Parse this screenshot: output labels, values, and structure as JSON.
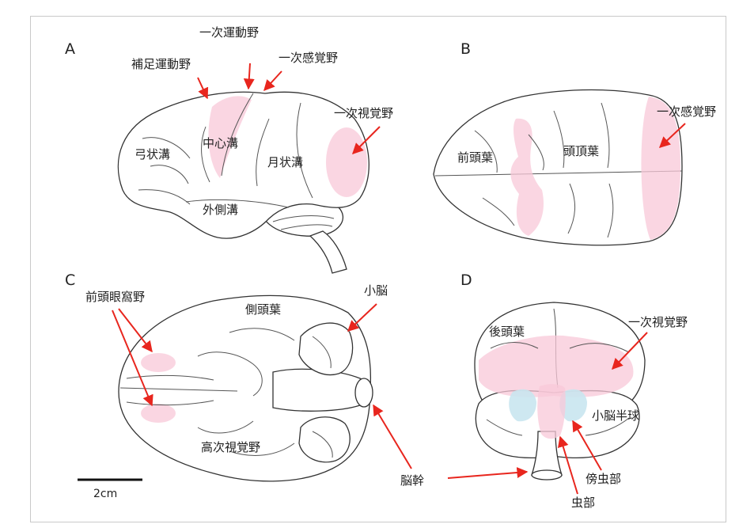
{
  "colors": {
    "arrow": "#e8261e",
    "highlight_pink": "#f8c8d8",
    "highlight_blue": "#c9e6ef",
    "line": "#333333"
  },
  "panels": {
    "A": {
      "letter": "A",
      "labels": {
        "supplementary_motor": "補足運動野",
        "primary_motor": "一次運動野",
        "primary_somatosensory": "一次感覚野",
        "primary_visual": "一次視覚野",
        "arcuate_sulcus": "弓状溝",
        "central_sulcus": "中心溝",
        "lunate_sulcus": "月状溝",
        "lateral_sulcus": "外側溝"
      }
    },
    "B": {
      "letter": "B",
      "labels": {
        "frontal_lobe": "前頭葉",
        "parietal_lobe": "頭頂葉",
        "primary_somatosensory": "一次感覚野"
      }
    },
    "C": {
      "letter": "C",
      "labels": {
        "orbitofrontal": "前頭眼窩野",
        "temporal_lobe": "側頭葉",
        "cerebellum": "小脳",
        "higher_visual": "高次視覚野",
        "brainstem": "脳幹"
      }
    },
    "D": {
      "letter": "D",
      "labels": {
        "occipital_lobe": "後頭葉",
        "primary_visual": "一次視覚野",
        "cerebellar_hemisphere": "小脳半球",
        "paravermis": "傍虫部",
        "vermis": "虫部"
      }
    }
  },
  "scale_bar": {
    "label": "2cm"
  }
}
